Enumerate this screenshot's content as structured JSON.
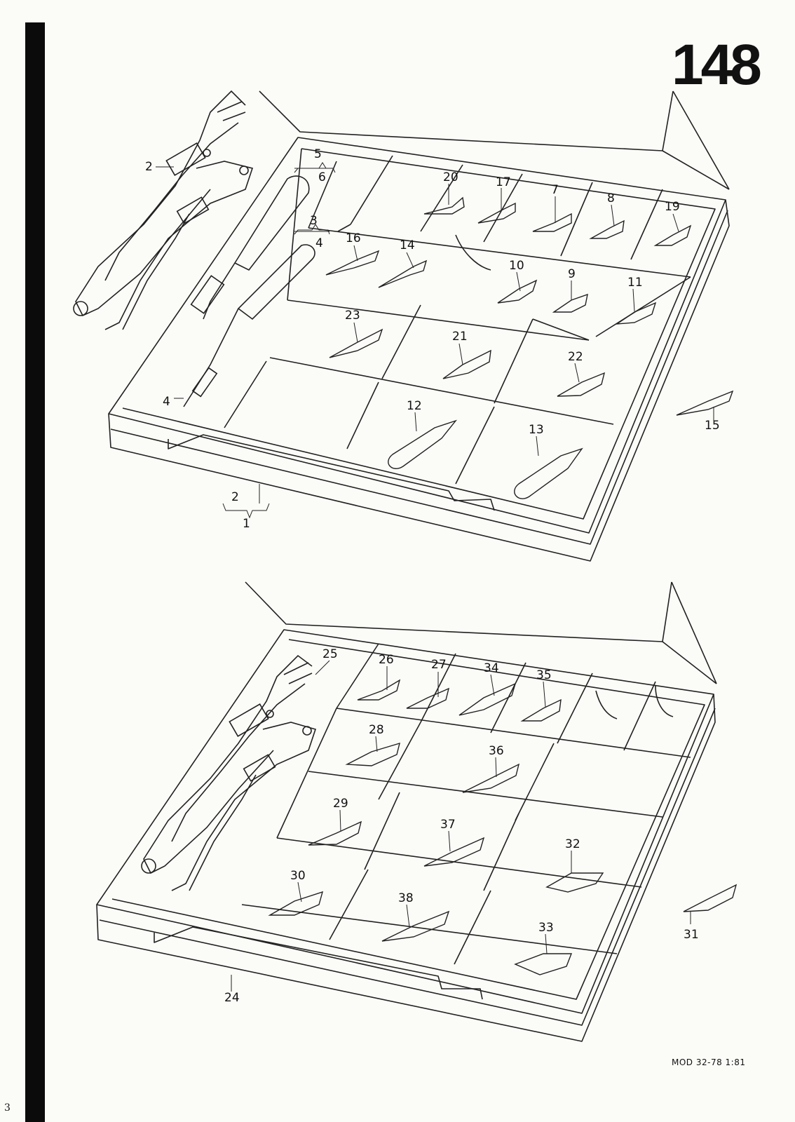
{
  "page": {
    "number": "148",
    "footer_ref": "MOD 32-78  1:81",
    "margin_mark": "3"
  },
  "upper_figure": {
    "callouts": [
      "2",
      "5",
      "6",
      "3",
      "4",
      "20",
      "17",
      "7",
      "8",
      "19",
      "16",
      "14",
      "10",
      "9",
      "11",
      "23",
      "21",
      "22",
      "12",
      "13",
      "15",
      "4",
      "2",
      "1"
    ]
  },
  "lower_figure": {
    "callouts": [
      "25",
      "26",
      "27",
      "34",
      "35",
      "28",
      "36",
      "29",
      "37",
      "32",
      "30",
      "38",
      "33",
      "31",
      "24"
    ]
  }
}
